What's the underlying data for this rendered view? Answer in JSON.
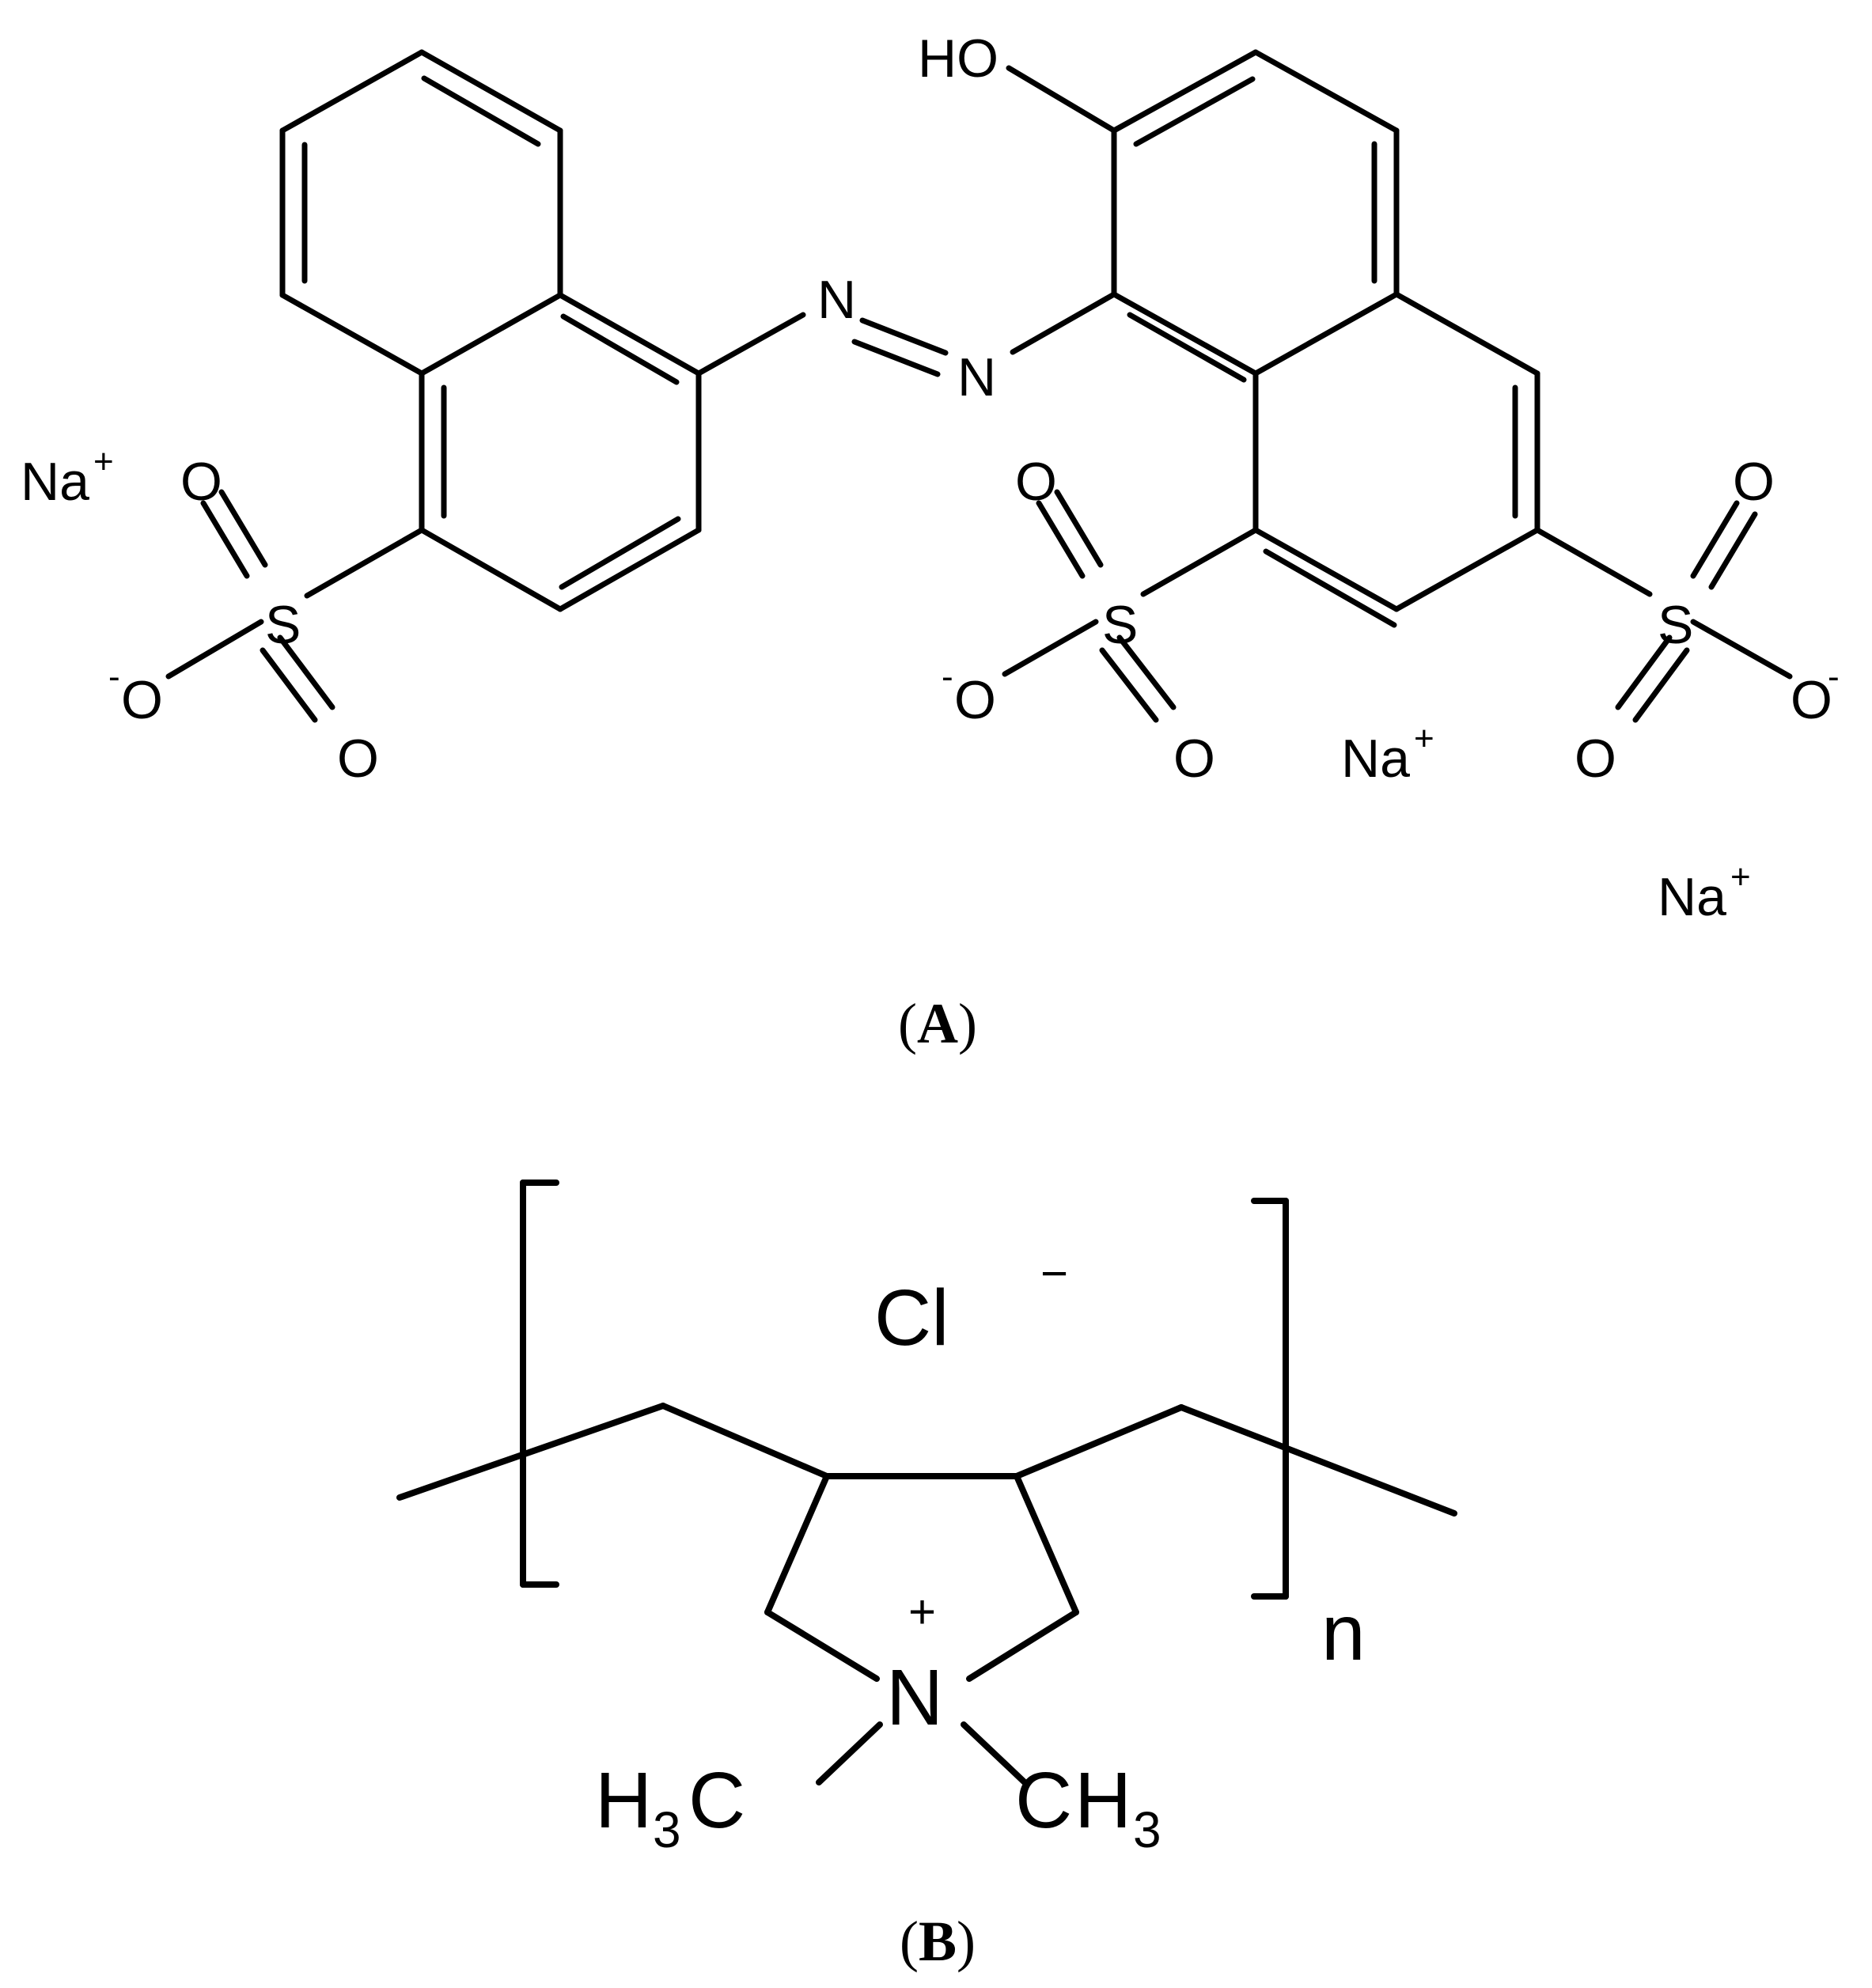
{
  "panel_a": {
    "label": "A",
    "atoms": {
      "hydroxyl": "HO",
      "azo_n1": "N",
      "azo_n2": "N",
      "sulfur": "S",
      "oxygen": "O",
      "oxide": "O",
      "oxide_charge": "-",
      "sodium": "Na",
      "sodium_charge": "+"
    }
  },
  "panel_b": {
    "label": "B",
    "chloride": "Cl",
    "chloride_charge": "−",
    "nitrogen": "N",
    "nitrogen_charge": "+",
    "methyl_left_h": "H",
    "methyl_left_sub": "3",
    "methyl_left_c": "C",
    "methyl_right_c": "C",
    "methyl_right_h": "H",
    "methyl_right_sub": "3",
    "repeat_subscript": "n"
  },
  "colors": {
    "ink": "#000000",
    "background": "#ffffff"
  }
}
